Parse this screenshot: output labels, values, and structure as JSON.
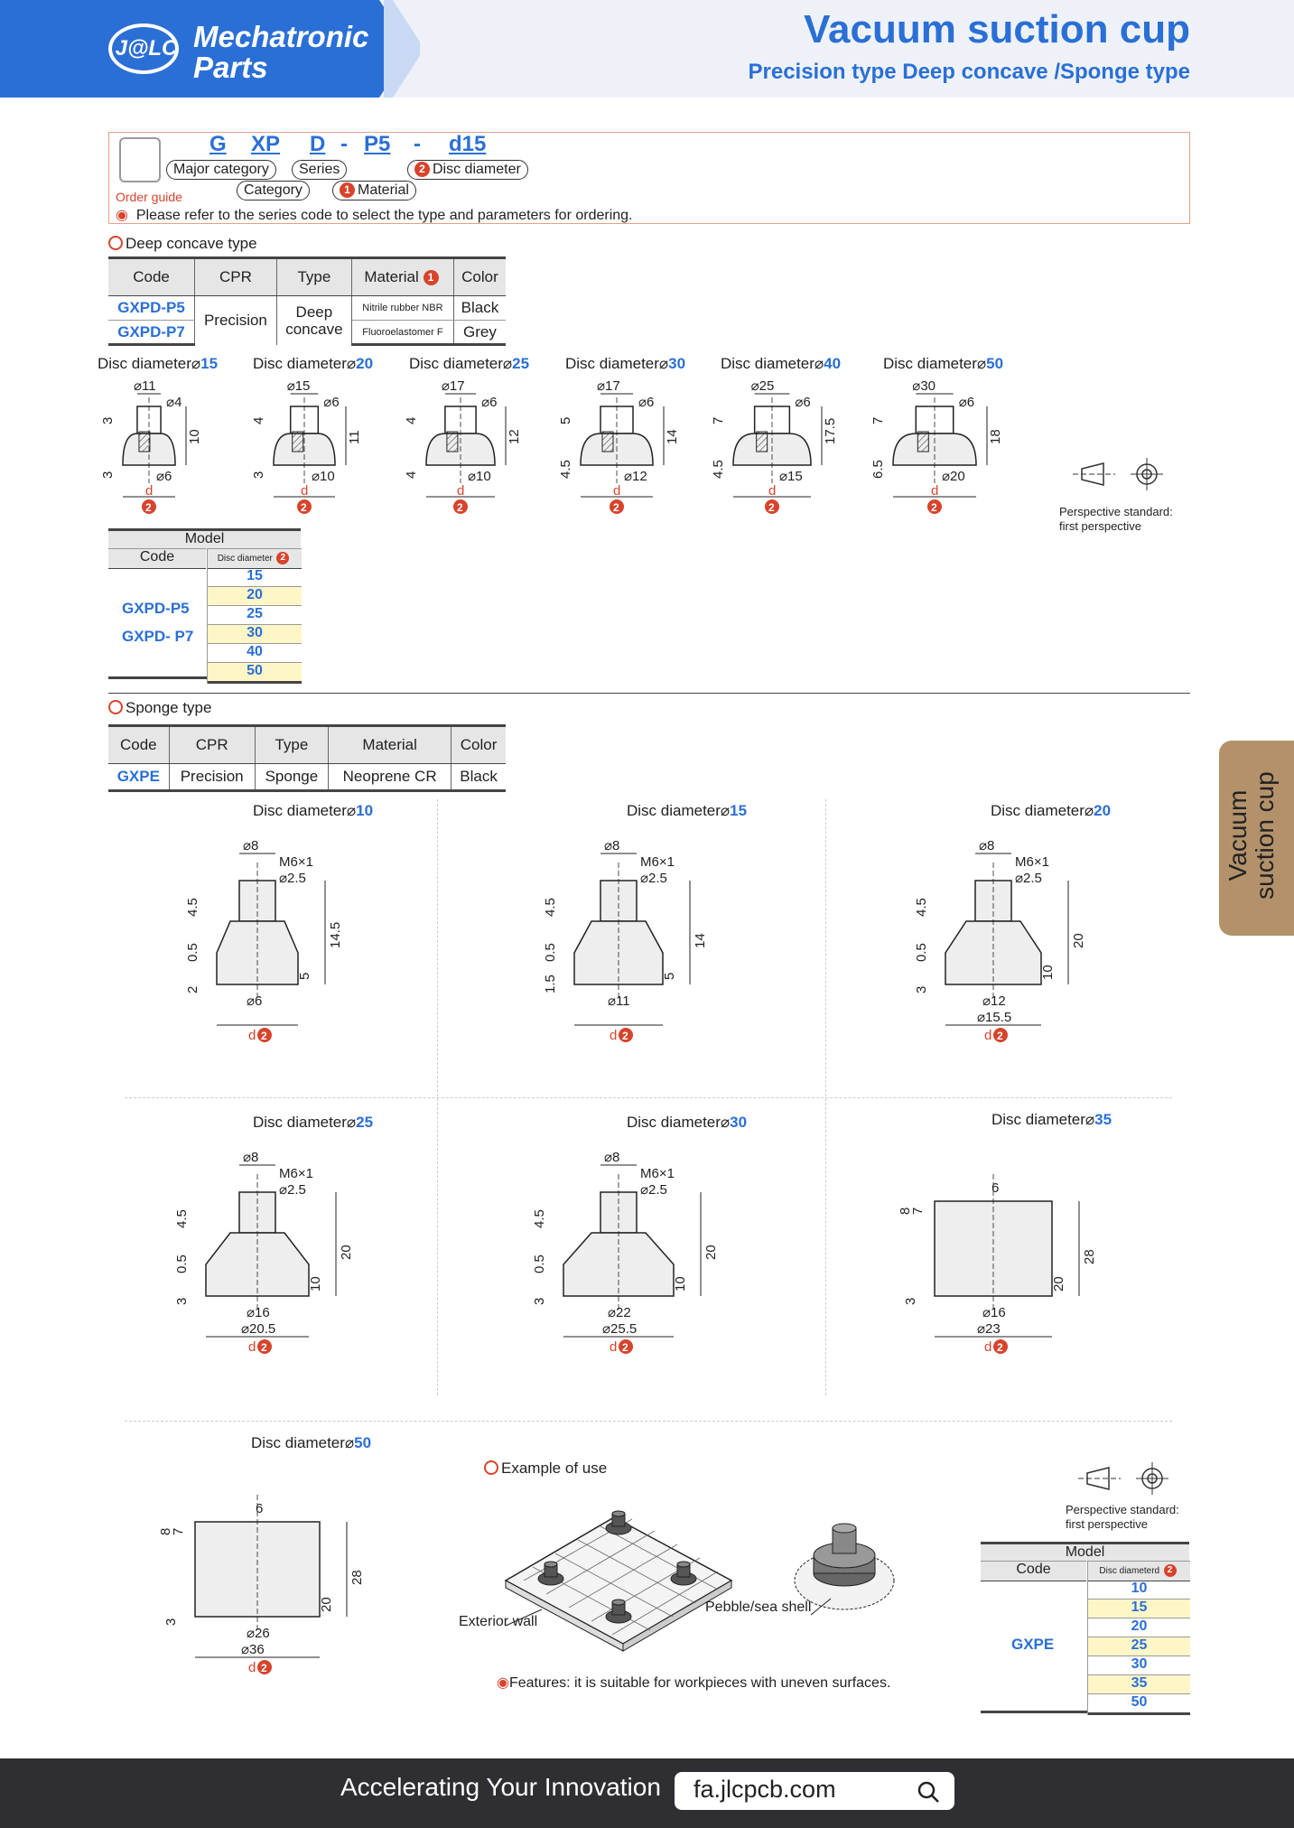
{
  "header": {
    "logo": "J@LC",
    "brand_line1": "Mechatronic",
    "brand_line2": "Parts",
    "title": "Vacuum suction cup",
    "subtitle": "Precision type Deep concave /Sponge type"
  },
  "order_guide": {
    "codes": [
      "G",
      "XP",
      "D",
      "-",
      "P5",
      "-",
      "d15"
    ],
    "major_category": "Major category",
    "series": "Series",
    "category": "Category",
    "material": "Material",
    "disc_diameter": "Disc diameter",
    "label": "Order guide",
    "note": "Please refer to the series code to select the type and parameters for ordering.",
    "num1": "1",
    "num2": "2"
  },
  "deep": {
    "section": "Deep concave type",
    "headers": [
      "Code",
      "CPR",
      "Type",
      "Material",
      "Color"
    ],
    "rows": [
      {
        "code": "GXPD-P5",
        "material": "Nitrile rubber NBR",
        "color": "Black"
      },
      {
        "code": "GXPD-P7",
        "material": "Fluoroelastomer F",
        "color": "Grey"
      }
    ],
    "cpr": "Precision",
    "type_line1": "Deep",
    "type_line2": "concave",
    "disc_label": "Disc diameter",
    "drawings": [
      {
        "d": "15",
        "top": "11",
        "hole": "4",
        "h1": "3",
        "h2": "10",
        "h3": "3",
        "bot": "6"
      },
      {
        "d": "20",
        "top": "15",
        "hole": "6",
        "h1": "4",
        "h2": "11",
        "h3": "3",
        "bot": "10"
      },
      {
        "d": "25",
        "top": "17",
        "hole": "6",
        "h1": "4",
        "h2": "12",
        "h3": "4",
        "bot": "10"
      },
      {
        "d": "30",
        "top": "17",
        "hole": "6",
        "h1": "5",
        "h2": "14",
        "h3": "4.5",
        "bot": "12"
      },
      {
        "d": "40",
        "top": "25",
        "hole": "6",
        "h1": "7",
        "h2": "17.5",
        "h3": "4.5",
        "bot": "15"
      },
      {
        "d": "50",
        "top": "30",
        "hole": "6",
        "h1": "7",
        "h2": "18",
        "h3": "6.5",
        "bot": "20"
      }
    ],
    "d_letter": "d",
    "model": {
      "title": "Model",
      "code_h": "Code",
      "disc_h": "Disc diameter",
      "codes": [
        "GXPD-P5",
        "GXPD- P7"
      ],
      "values": [
        "15",
        "20",
        "25",
        "30",
        "40",
        "50"
      ]
    },
    "perspective": [
      "Perspective standard:",
      "first perspective"
    ]
  },
  "sponge": {
    "section": "Sponge type",
    "headers": [
      "Code",
      "CPR",
      "Type",
      "Material",
      "Color"
    ],
    "row": {
      "code": "GXPE",
      "cpr": "Precision",
      "type": "Sponge",
      "material": "Neoprene CR",
      "color": "Black"
    },
    "disc_label": "Disc diameter",
    "drawings": [
      {
        "d": "10",
        "top": "8",
        "thread": "M6×1",
        "hole": "2.5",
        "a": "4.5",
        "b": "0.5",
        "c": "2",
        "h": "14.5",
        "h2": "5",
        "bot": "6"
      },
      {
        "d": "15",
        "top": "8",
        "thread": "M6×1",
        "hole": "2.5",
        "a": "4.5",
        "b": "0.5",
        "c": "1.5",
        "h": "14",
        "h2": "5",
        "bot": "11"
      },
      {
        "d": "20",
        "top": "8",
        "thread": "M6×1",
        "hole": "2.5",
        "a": "4.5",
        "b": "0.5",
        "c": "3",
        "h": "20",
        "h2": "10",
        "bot": "12",
        "bot2": "15.5"
      },
      {
        "d": "25",
        "top": "8",
        "thread": "M6×1",
        "hole": "2.5",
        "a": "4.5",
        "b": "0.5",
        "c": "3",
        "h": "20",
        "h2": "10",
        "bot": "16",
        "bot2": "20.5"
      },
      {
        "d": "30",
        "top": "8",
        "thread": "M6×1",
        "hole": "2.5",
        "a": "4.5",
        "b": "0.5",
        "c": "3",
        "h": "20",
        "h2": "10",
        "bot": "22",
        "bot2": "25.5"
      },
      {
        "d": "35",
        "top": "6",
        "a": "8",
        "b": "7",
        "c": "3",
        "h": "28",
        "h2": "20",
        "bot": "16",
        "bot2": "23"
      },
      {
        "d": "50",
        "top": "6",
        "a": "8",
        "b": "7",
        "c": "3",
        "h": "28",
        "h2": "20",
        "bot": "26",
        "bot2": "36"
      }
    ],
    "example": "Example of use",
    "exterior_wall": "Exterior wall",
    "pebble": "Pebble/sea shell",
    "features": "Features: it is suitable for workpieces with uneven surfaces.",
    "perspective": [
      "Perspective standard:",
      "first perspective"
    ],
    "model": {
      "title": "Model",
      "code_h": "Code",
      "disc_h": "Disc diameterd",
      "code": "GXPE",
      "values": [
        "10",
        "15",
        "20",
        "25",
        "30",
        "35",
        "50"
      ]
    }
  },
  "side_tab": "Vacuum suction cup",
  "footer": {
    "slogan": "Accelerating Your Innovation",
    "url": "fa.jlcpcb.com"
  },
  "colors": {
    "brand_blue": "#2a6fd6",
    "accent_red": "#d8432c",
    "side_tab": "#b3926b",
    "footer": "#2f2f33"
  }
}
